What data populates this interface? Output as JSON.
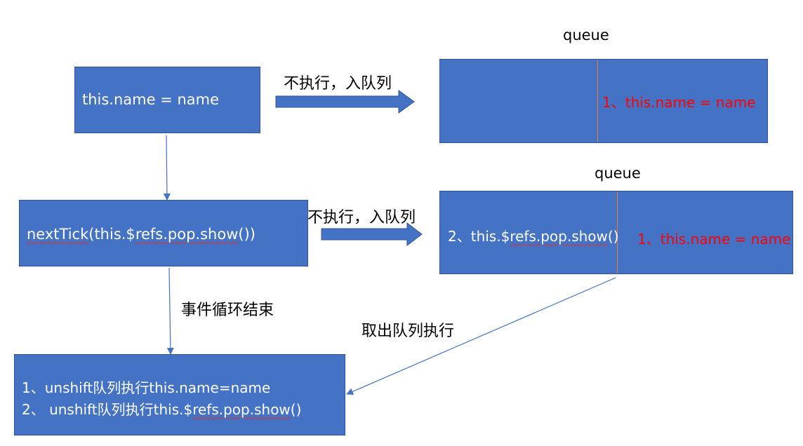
{
  "box1": {
    "text": "this.name = name"
  },
  "box2": {
    "text_pre": "nextTick",
    "text_mid": "(this.$",
    "text_refs": "refs.pop.show",
    "text_post": "())"
  },
  "queue1": {
    "label": "queue",
    "item1": "1、this.name = name"
  },
  "queue2": {
    "label": "queue",
    "item2_pre": "2、this.$",
    "item2_refs": "refs.pop.show",
    "item2_post": "()",
    "item1": "1、this.name = name"
  },
  "result": {
    "line1": "1、unshift队列执行this.name=name",
    "line2_pre": "2、 unshift队列执行this.$",
    "line2_refs": "refs.pop.show",
    "line2_post": "()"
  },
  "labels": {
    "enqueue1": "不执行，入队列",
    "enqueue2": "不执行，入队列",
    "loop_end": "事件循环结束",
    "dequeue": "取出队列执行"
  },
  "colors": {
    "box_fill": "#4472c4",
    "box_border": "#2f5597",
    "queue_text_red": "#ff0000",
    "divider": "#ed7d31",
    "arrow": "#4472c4"
  }
}
